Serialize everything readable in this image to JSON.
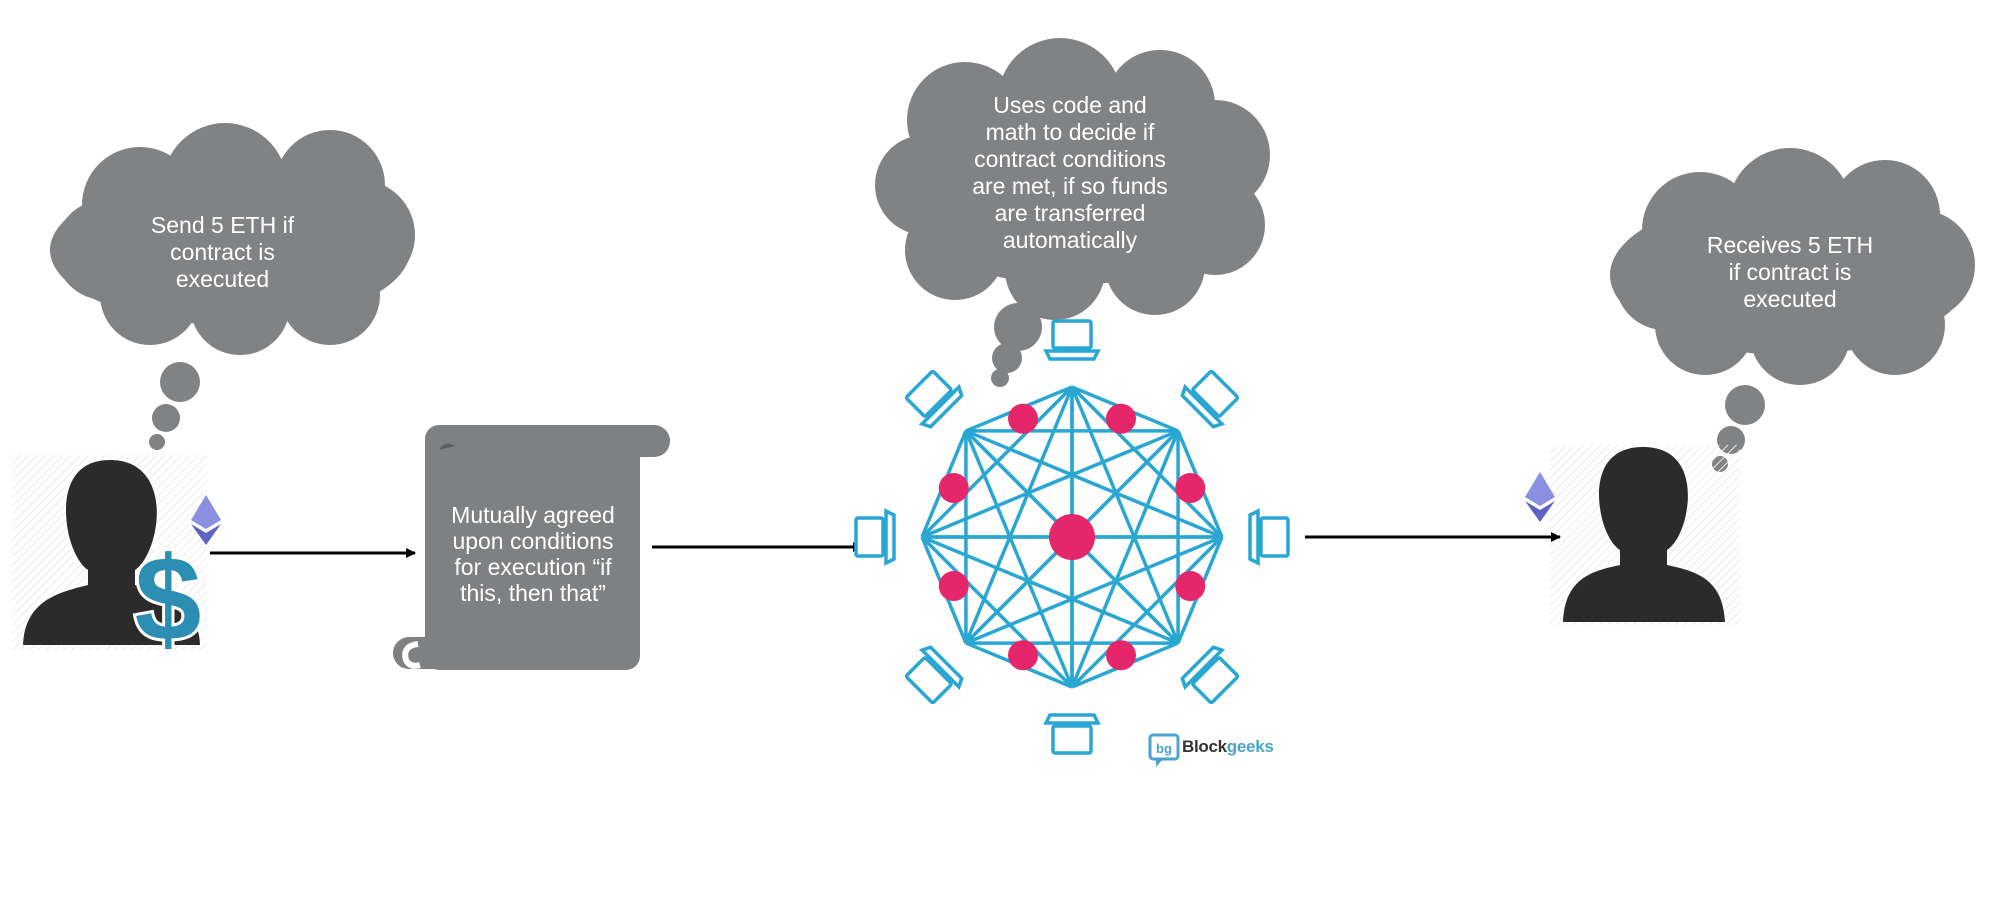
{
  "colors": {
    "cloud": "#818284",
    "scroll": "#7f8082",
    "person": "#2b2b2b",
    "dollar": "#2d8eb3",
    "network_line": "#2aa6d2",
    "network_node": "#e6266b",
    "eth_top": "#8a8fe0",
    "eth_bottom": "#5d62c4",
    "arrow": "#000000",
    "logo_box": "#4ba3cf",
    "logo_dark": "#333333",
    "logo_light": "#4ba3cf"
  },
  "sender": {
    "thought_lines": [
      "Send 5 ETH if",
      "contract is",
      "executed"
    ],
    "icons": [
      "person-icon",
      "dollar-icon",
      "ethereum-icon"
    ]
  },
  "contract": {
    "text_lines": [
      "Mutually agreed",
      "upon conditions",
      "for execution “if",
      "this, then that”"
    ],
    "icon": "scroll-icon"
  },
  "network": {
    "thought_lines": [
      "Uses code and",
      "math to decide if",
      "contract conditions",
      "are met, if so funds",
      "are transferred",
      "automatically"
    ],
    "icons": [
      "laptop-icon",
      "network-node-icon"
    ]
  },
  "receiver": {
    "thought_lines": [
      "Receives 5 ETH",
      "if contract is",
      "executed"
    ],
    "icons": [
      "person-icon",
      "ethereum-icon"
    ]
  },
  "logo": {
    "badge": "bg",
    "name_dark": "Block",
    "name_light": "geeks"
  }
}
